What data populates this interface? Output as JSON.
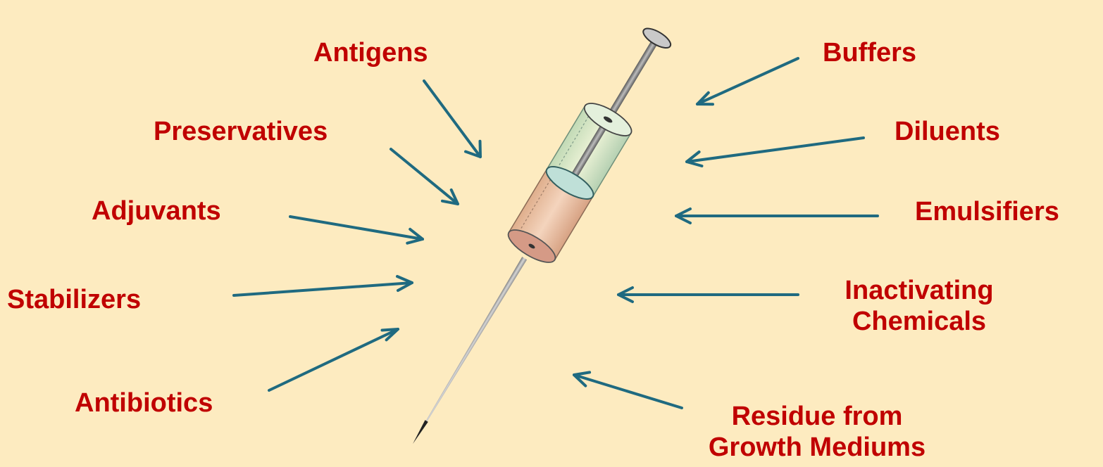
{
  "labels": {
    "antigens": "Antigens",
    "preservatives": "Preservatives",
    "adjuvants": "Adjuvants",
    "stabilizers": "Stabilizers",
    "antibiotics": "Antibiotics",
    "buffers": "Buffers",
    "diluents": "Diluents",
    "emulsifiers": "Emulsifiers",
    "inactivating_line1": "Inactivating",
    "inactivating_line2": "Chemicals",
    "residue_line1": "Residue from",
    "residue_line2": "Growth Mediums"
  },
  "colors": {
    "background": "#fdebc0",
    "label": "#c00000",
    "arrow": "#1f6a80"
  }
}
